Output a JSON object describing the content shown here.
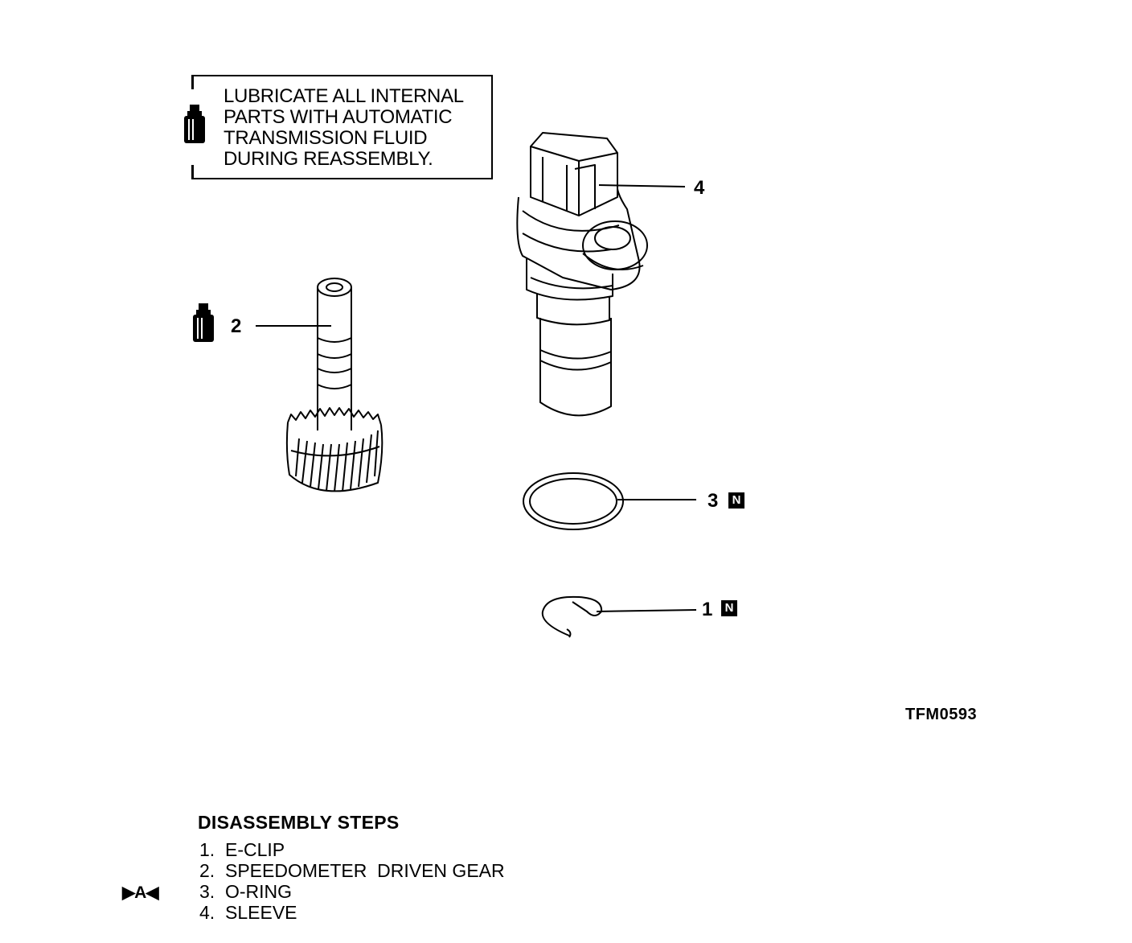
{
  "note": {
    "lines": [
      "LUBRICATE ALL INTERNAL",
      "PARTS WITH AUTOMATIC",
      "TRANSMISSION FLUID",
      "DURING REASSEMBLY."
    ],
    "icon": "oil-bottle-icon"
  },
  "callouts": {
    "c1": "1",
    "c2": "2",
    "c3": "3",
    "c4": "4",
    "badge": "N"
  },
  "figure_code": "TFM0593",
  "steps": {
    "title": "DISASSEMBLY STEPS",
    "items": [
      {
        "num": "1.",
        "label": "E-CLIP"
      },
      {
        "num": "2.",
        "label": "SPEEDOMETER  DRIVEN GEAR"
      },
      {
        "num": "3.",
        "label": "O-RING"
      },
      {
        "num": "4.",
        "label": "SLEEVE"
      }
    ],
    "marker": "▶A◀"
  }
}
